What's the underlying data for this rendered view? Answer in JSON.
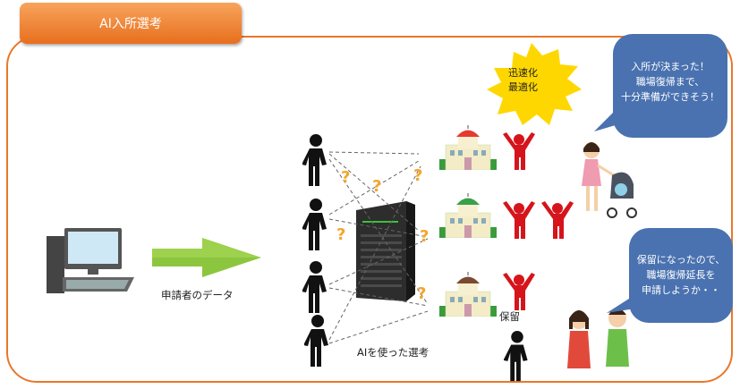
{
  "title": "AI入所選考",
  "captions": {
    "applicant_data": "申請者のデータ",
    "ai_selection": "AIを使った選考",
    "on_hold": "保留"
  },
  "star": {
    "line1": "迅速化",
    "line2": "最適化"
  },
  "bubble_top": {
    "line1": "入所が決まった！",
    "line2": "職場復帰まで、",
    "line3": "十分準備ができそう！"
  },
  "bubble_bottom": {
    "line1": "保留になったので、",
    "line2": "職場復帰延長を",
    "line3": "申請しようか・・"
  },
  "question_mark": "?",
  "colors": {
    "frame": "#e8782a",
    "tab": "#ef8a3a",
    "arrow_green": "#8cc63e",
    "bubble": "#4a72b0",
    "star": "#ffd700",
    "figure_red": "#d6141b",
    "question": "#f3a62d"
  }
}
